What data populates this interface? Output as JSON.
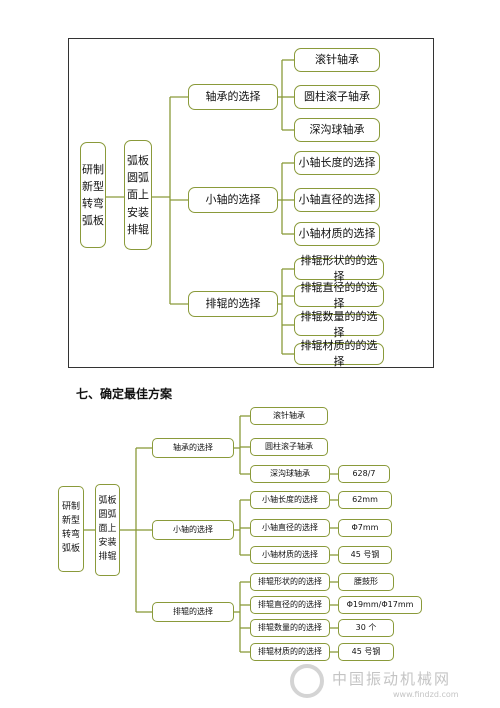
{
  "diagram1": {
    "root": "研制\n新型\n转弯\n弧板",
    "sub": "弧板\n圆弧\n面上\n安装\n排辊",
    "branches": [
      {
        "label": "轴承的选择",
        "leaves": [
          "滚针轴承",
          "圆柱滚子轴承",
          "深沟球轴承"
        ]
      },
      {
        "label": "小轴的选择",
        "leaves": [
          "小轴长度的选择",
          "小轴直径的选择",
          "小轴材质的选择"
        ]
      },
      {
        "label": "排辊的选择",
        "leaves": [
          "排辊形状的的选择",
          "排辊直径的的选择",
          "排辊数量的的选择",
          "排辊材质的的选择"
        ]
      }
    ]
  },
  "section_heading": "七、确定最佳方案",
  "diagram2": {
    "root": "研制\n新型\n转弯\n弧板",
    "sub": "弧板\n圆弧\n面上\n安装\n排辊",
    "branches": [
      {
        "label": "轴承的选择",
        "leaves": [
          "滚针轴承",
          "圆柱滚子轴承",
          "深沟球轴承"
        ],
        "results": [
          "",
          "",
          "628/7"
        ]
      },
      {
        "label": "小轴的选择",
        "leaves": [
          "小轴长度的选择",
          "小轴直径的选择",
          "小轴材质的选择"
        ],
        "results": [
          "62mm",
          "Φ7mm",
          "45 号钢"
        ]
      },
      {
        "label": "排辊的选择",
        "leaves": [
          "排辊形状的的选择",
          "排辊直径的的选择",
          "排辊数量的的选择",
          "排辊材质的的选择"
        ],
        "results": [
          "腰鼓形",
          "Φ19mm/Φ17mm",
          "30 个",
          "45 号钢"
        ]
      }
    ]
  },
  "watermark": {
    "text": "中国振动机械网",
    "url": "www.findzd.com"
  },
  "colors": {
    "border": "#8a9a3a",
    "line": "#8a9a3a"
  }
}
